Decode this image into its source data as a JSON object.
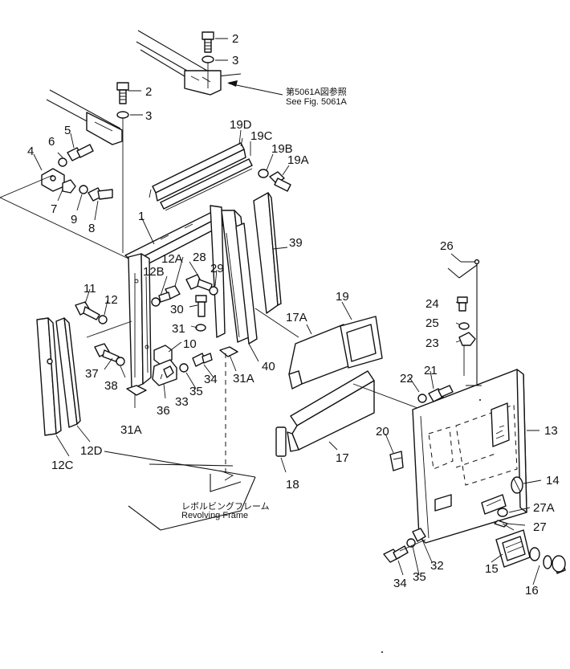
{
  "labels": {
    "l2a": "2",
    "l3a": "3",
    "l2b": "2",
    "l3b": "3",
    "l4": "4",
    "l5": "5",
    "l6": "6",
    "l7": "7",
    "l8": "8",
    "l9": "9",
    "l19d": "19D",
    "l19c": "19C",
    "l19b": "19B",
    "l19a": "19A",
    "l1": "1",
    "l39": "39",
    "l28": "28",
    "l12a": "12A",
    "l12b": "12B",
    "l29": "29",
    "l11": "11",
    "l12": "12",
    "l30": "30",
    "l31": "31",
    "l10": "10",
    "l37": "37",
    "l38": "38",
    "l33": "33",
    "l34a": "34",
    "l35a": "35",
    "l36": "36",
    "l31a1": "31A",
    "l31a2": "31A",
    "l40": "40",
    "l12c": "12C",
    "l12d": "12D",
    "l17a": "17A",
    "l19": "19",
    "l17": "17",
    "l18": "18",
    "l26": "26",
    "l24": "24",
    "l25": "25",
    "l23": "23",
    "l22": "22",
    "l21": "21",
    "l20": "20",
    "l13": "13",
    "l14": "14",
    "l27a": "27A",
    "l27": "27",
    "l15": "15",
    "l16": "16",
    "l34b": "34",
    "l35b": "35",
    "l32": "32"
  },
  "notes": {
    "see_jp": "第5061A図参照",
    "see_en": "See Fig. 5061A",
    "frame_jp": "レボルビングフレーム",
    "frame_en": "Revolving Frame"
  }
}
